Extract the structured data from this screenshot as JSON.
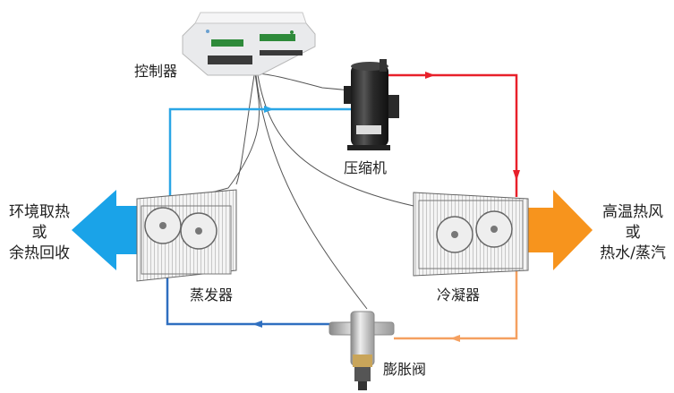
{
  "labels": {
    "controller": "控制器",
    "compressor": "压缩机",
    "evaporator": "蒸发器",
    "condenser": "冷凝器",
    "expansion_valve": "膨胀阀"
  },
  "left_side": {
    "line1": "环境取热",
    "line2": "或",
    "line3": "余热回收"
  },
  "right_side": {
    "line1": "高温热风",
    "line2": "或",
    "line3": "热水/蒸汽"
  },
  "colors": {
    "pipe_red": "#e8202a",
    "pipe_blue": "#2aa6e6",
    "pipe_dark_blue": "#2f6fc0",
    "pipe_orange": "#f5a060",
    "arrow_blue": "#1aa3e8",
    "arrow_orange": "#f7941d",
    "wire": "#555555"
  }
}
